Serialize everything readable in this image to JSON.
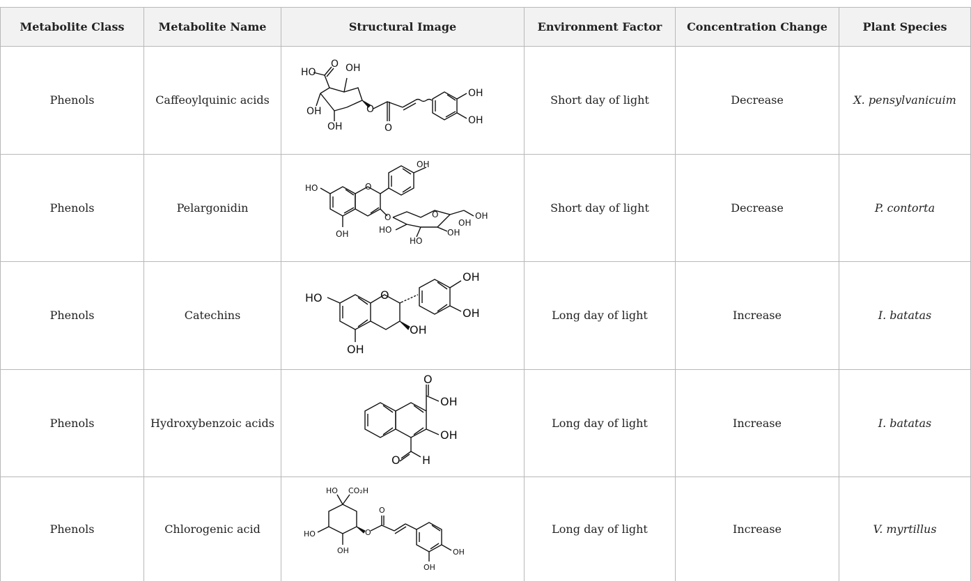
{
  "headers": [
    "Metabolite Class",
    "Metabolite Name",
    "Structural Image",
    "Environment Factor",
    "Concentration Change",
    "Plant Species"
  ],
  "rows": [
    {
      "class": "Phenols",
      "name": "Caffeoylquinic acids",
      "factor": "Short day of light",
      "change": "Decrease",
      "species": "X. pensylvanicuim",
      "structure_icon": "caffeoylquinic-acid-structure"
    },
    {
      "class": "Phenols",
      "name": "Pelargonidin",
      "factor": "Short day of light",
      "change": "Decrease",
      "species": "P. contorta",
      "structure_icon": "pelargonidin-structure"
    },
    {
      "class": "Phenols",
      "name": "Catechins",
      "factor": "Long day of light",
      "change": "Increase",
      "species": "I. batatas",
      "structure_icon": "catechin-structure"
    },
    {
      "class": "Phenols",
      "name": "Hydroxybenzoic acids",
      "factor": "Long day of light",
      "change": "Increase",
      "species": "I. batatas",
      "structure_icon": "hydroxynaphthoic-acid-structure"
    },
    {
      "class": "Phenols",
      "name": "Chlorogenic acid",
      "factor": "Long day of light",
      "change": "Increase",
      "species": "V. myrtillus",
      "structure_icon": "chlorogenic-acid-structure"
    }
  ],
  "structure_labels": {
    "caffeoylquinic": [
      "HO",
      "O",
      "OH",
      "OH",
      "OH",
      "OH",
      "O",
      "O",
      "OH"
    ],
    "pelargonidin": [
      "OH",
      "HO",
      "O",
      "OH",
      "O",
      "O",
      "OH",
      "HO",
      "OH",
      "HO",
      "OH"
    ],
    "catechin": [
      "OH",
      "HO",
      "O",
      "OH",
      "OH",
      "OH"
    ],
    "hydroxynaphthoic": [
      "O",
      "OH",
      "OH",
      "O",
      "H"
    ],
    "chlorogenic": [
      "HO",
      "CO₂H",
      "HO",
      "OH",
      "O",
      "O",
      "OH",
      "OH"
    ]
  }
}
